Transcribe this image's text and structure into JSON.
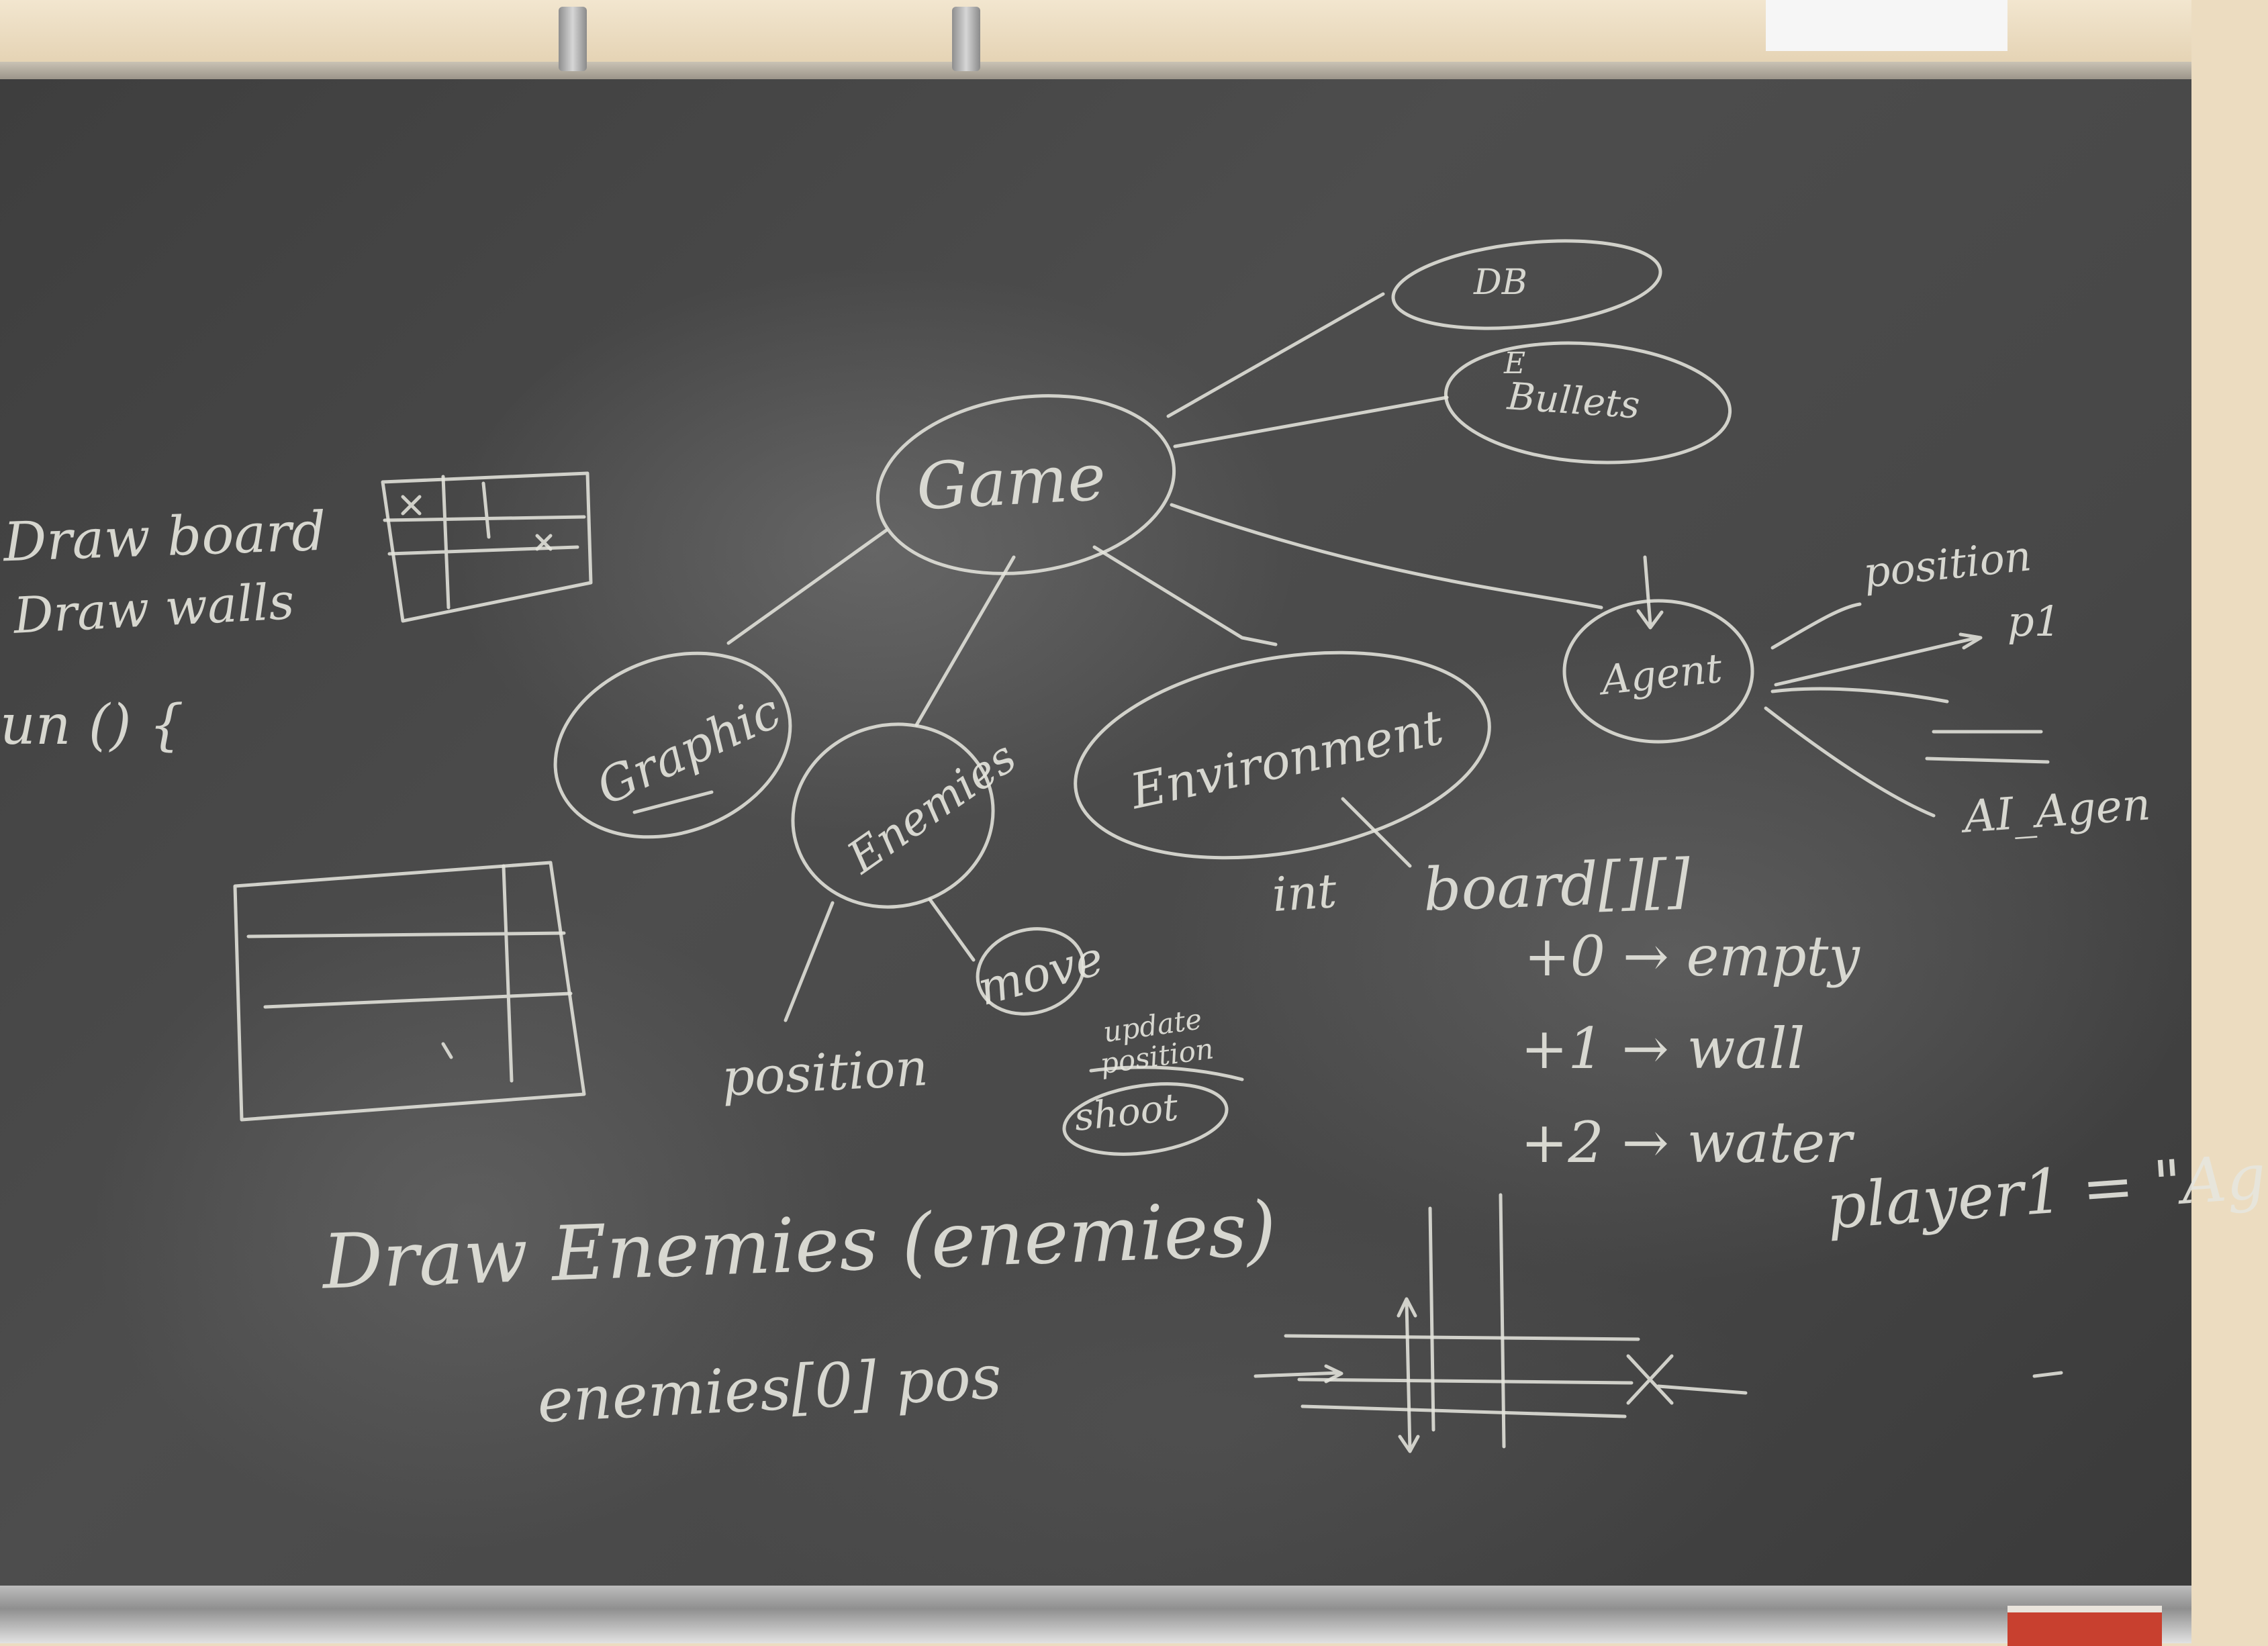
{
  "left_notes": {
    "draw_board": "Draw board",
    "draw_walls": "Draw walls",
    "run": "un () {"
  },
  "diagram": {
    "game": "Game",
    "db": "DB",
    "e_marker": "E",
    "bullets": "Bullets",
    "graphic": "Graphic",
    "enemies": "Enemies",
    "environment": "Environment",
    "agent": "Agent",
    "position_enemy": "position",
    "move": "move",
    "update_position": "update position",
    "shoot": "shoot",
    "position_agent": "position",
    "p1": "p1",
    "ai_agent": "AI_Agen"
  },
  "board_notes": {
    "int": "int",
    "board": "board[][]",
    "line0": "+0 → empty",
    "line1": "+1 → wall",
    "line2": "+2 → water",
    "player": "player1 = \"Ag"
  },
  "bottom_notes": {
    "draw_enemies": "Draw Enemies (enemies)",
    "enemies_pos": "enemies[0] pos"
  },
  "colors": {
    "chalk": "#e7e7df",
    "board": "#454545",
    "wall": "#ecdcc0"
  }
}
